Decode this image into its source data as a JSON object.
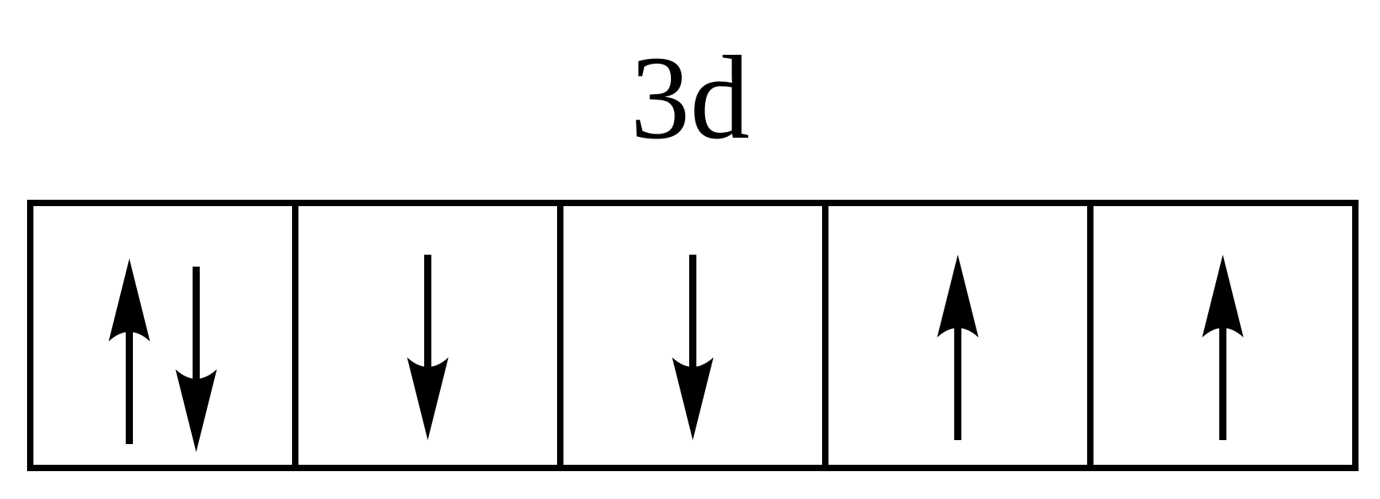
{
  "title": "3d",
  "orbitals": [
    {
      "electrons": [
        "up",
        "down"
      ]
    },
    {
      "electrons": [
        "down"
      ]
    },
    {
      "electrons": [
        "down"
      ]
    },
    {
      "electrons": [
        "up"
      ]
    },
    {
      "electrons": [
        "up"
      ]
    }
  ],
  "colors": {
    "stroke": "#000000",
    "background": "#ffffff"
  }
}
